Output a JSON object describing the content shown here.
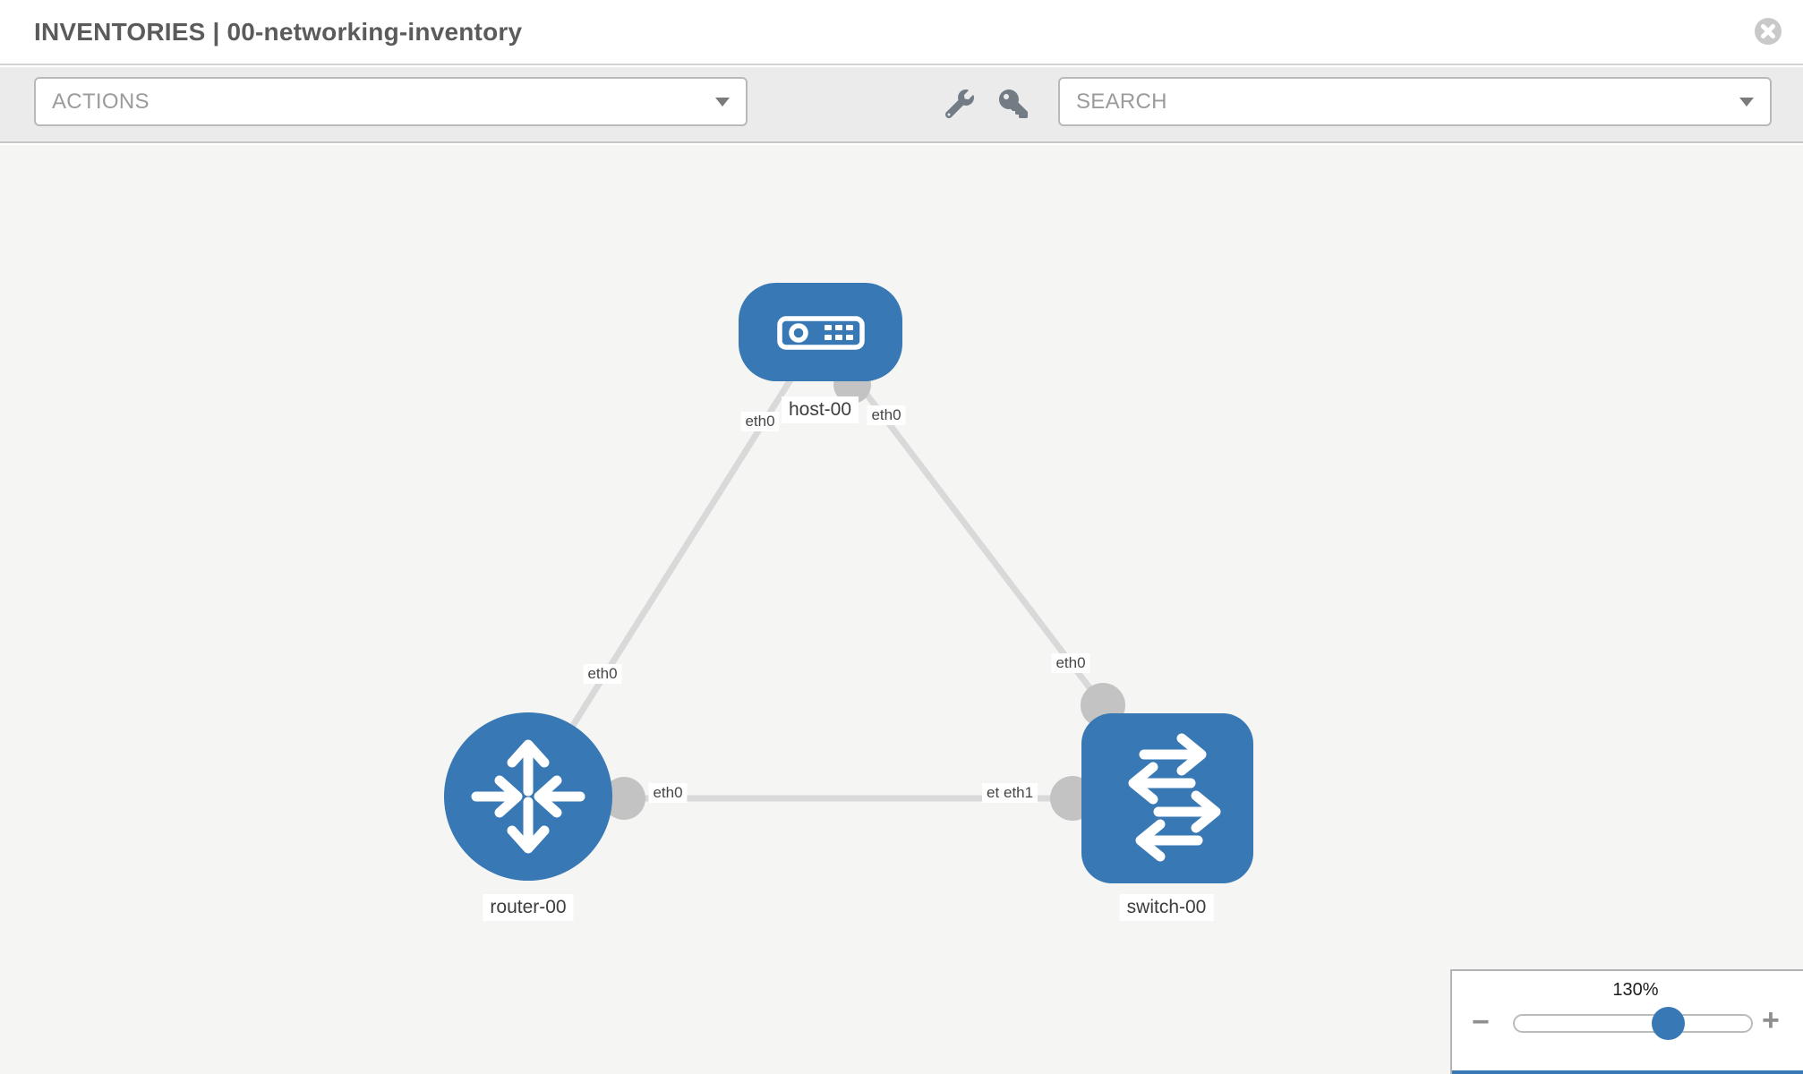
{
  "header": {
    "title": "INVENTORIES | 00-networking-inventory"
  },
  "toolbar": {
    "actions_label": "ACTIONS",
    "search_placeholder": "SEARCH",
    "icons": [
      "wrench-icon",
      "key-icon"
    ]
  },
  "topology": {
    "nodes": [
      {
        "label": "host-00",
        "type": "host"
      },
      {
        "label": "router-00",
        "type": "router"
      },
      {
        "label": "switch-00",
        "type": "switch"
      }
    ],
    "links": [
      {
        "from": "router-00",
        "to": "host-00",
        "from_if": "eth0",
        "to_if": "eth0"
      },
      {
        "from": "host-00",
        "to": "switch-00",
        "from_if": "eth0",
        "to_if": "eth0"
      },
      {
        "from": "router-00",
        "to": "switch-00",
        "from_if": "eth0",
        "to_if": "eth1",
        "to_if_overlapped": "eth0"
      }
    ]
  },
  "zoom_control": {
    "level": "130%",
    "minus_label": "−",
    "plus_label": "+"
  },
  "colors": {
    "node_blue": "#3878b4",
    "link_gray": "#d9d9d9",
    "connector_gray": "#c3c3c3",
    "canvas_bg": "#f5f5f4",
    "toolbar_bg": "#ebebeb"
  }
}
